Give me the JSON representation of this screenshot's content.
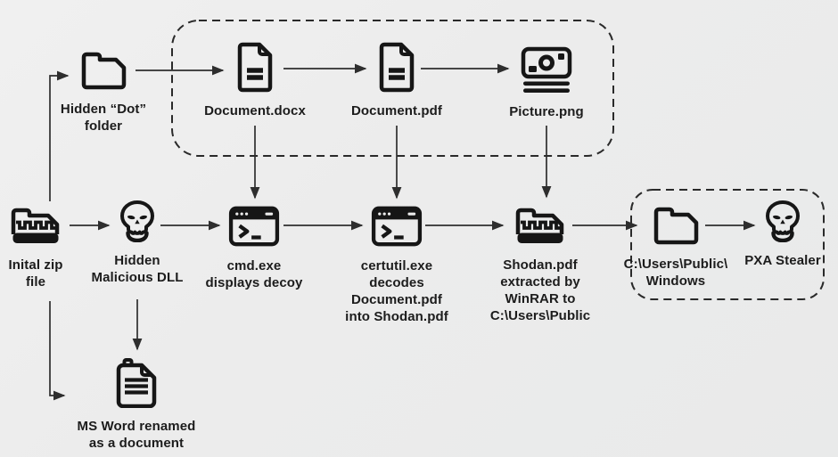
{
  "diagram": {
    "description": "PXA Stealer infection chain flow diagram",
    "colors": {
      "background": "#ececec",
      "ink": "#161616",
      "connector": "#2e2e2e"
    },
    "nodes": [
      {
        "id": "hidden-dot-folder",
        "icon": "folder-icon",
        "label": "Hidden “Dot”\nfolder"
      },
      {
        "id": "document-docx",
        "icon": "document-icon",
        "label": "Document.docx"
      },
      {
        "id": "document-pdf",
        "icon": "document-icon",
        "label": "Document.pdf"
      },
      {
        "id": "picture-png",
        "icon": "picture-icon",
        "label": "Picture.png"
      },
      {
        "id": "initial-zip-file",
        "icon": "zip-icon",
        "label": "Inital zip\nfile"
      },
      {
        "id": "hidden-malicious-dll",
        "icon": "skull-icon",
        "label": "Hidden\nMalicious DLL"
      },
      {
        "id": "cmd-exe",
        "icon": "terminal-icon",
        "label": "cmd.exe\ndisplays decoy"
      },
      {
        "id": "certutil-exe",
        "icon": "terminal-icon",
        "label": "certutil.exe\ndecodes\nDocument.pdf\ninto Shodan.pdf"
      },
      {
        "id": "shodan-pdf",
        "icon": "zip-icon",
        "label": "Shodan.pdf\nextracted by\nWinRAR to\nC:\\Users\\Public"
      },
      {
        "id": "public-windows-folder",
        "icon": "folder-icon",
        "label": "C:\\Users\\Public\\\nWindows"
      },
      {
        "id": "pxa-stealer",
        "icon": "skull-icon",
        "label": "PXA Stealer"
      },
      {
        "id": "ms-word-doc",
        "icon": "notepad-icon",
        "label": "MS Word renamed\nas a document"
      }
    ]
  }
}
